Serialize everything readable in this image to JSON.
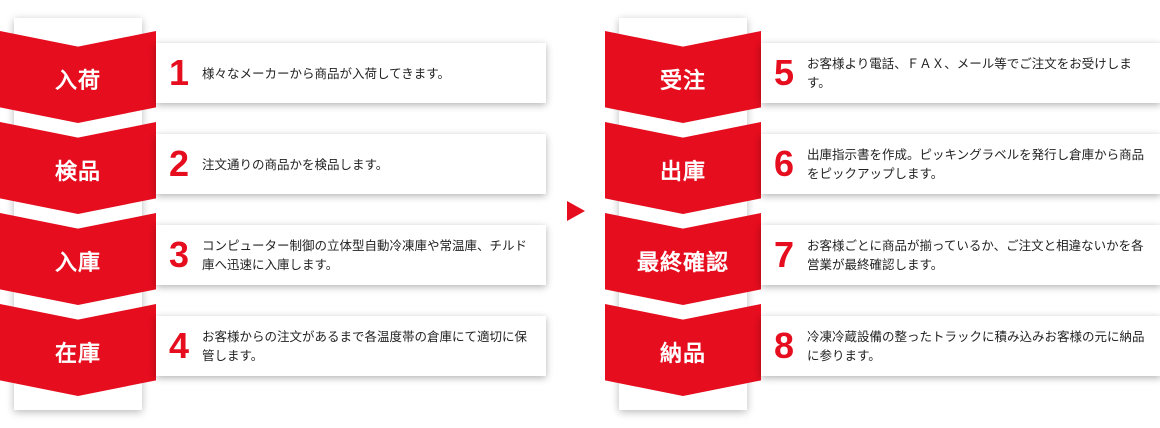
{
  "colors": {
    "accent": "#e50d1e",
    "text": "#222222"
  },
  "left_steps": [
    {
      "label": "入荷",
      "number": "1",
      "text": "様々なメーカーから商品が入荷してきます。"
    },
    {
      "label": "検品",
      "number": "2",
      "text": "注文通りの商品かを検品します。"
    },
    {
      "label": "入庫",
      "number": "3",
      "text": "コンピューター制御の立体型自動冷凍庫や常温庫、チルド庫へ迅速に入庫します。"
    },
    {
      "label": "在庫",
      "number": "4",
      "text": "お客様からの注文があるまで各温度帯の倉庫にて適切に保管します。"
    }
  ],
  "right_steps": [
    {
      "label": "受注",
      "number": "5",
      "text": "お客様より電話、ＦＡＸ、メール等でご注文をお受けします。"
    },
    {
      "label": "出庫",
      "number": "6",
      "text": "出庫指示書を作成。ピッキングラベルを発行し倉庫から商品をピックアップします。"
    },
    {
      "label": "最終確認",
      "number": "7",
      "text": "お客様ごとに商品が揃っているか、ご注文と相違ないかを各営業が最終確認します。"
    },
    {
      "label": "納品",
      "number": "8",
      "text": "冷凍冷蔵設備の整ったトラックに積み込みお客様の元に納品に参ります。"
    }
  ]
}
